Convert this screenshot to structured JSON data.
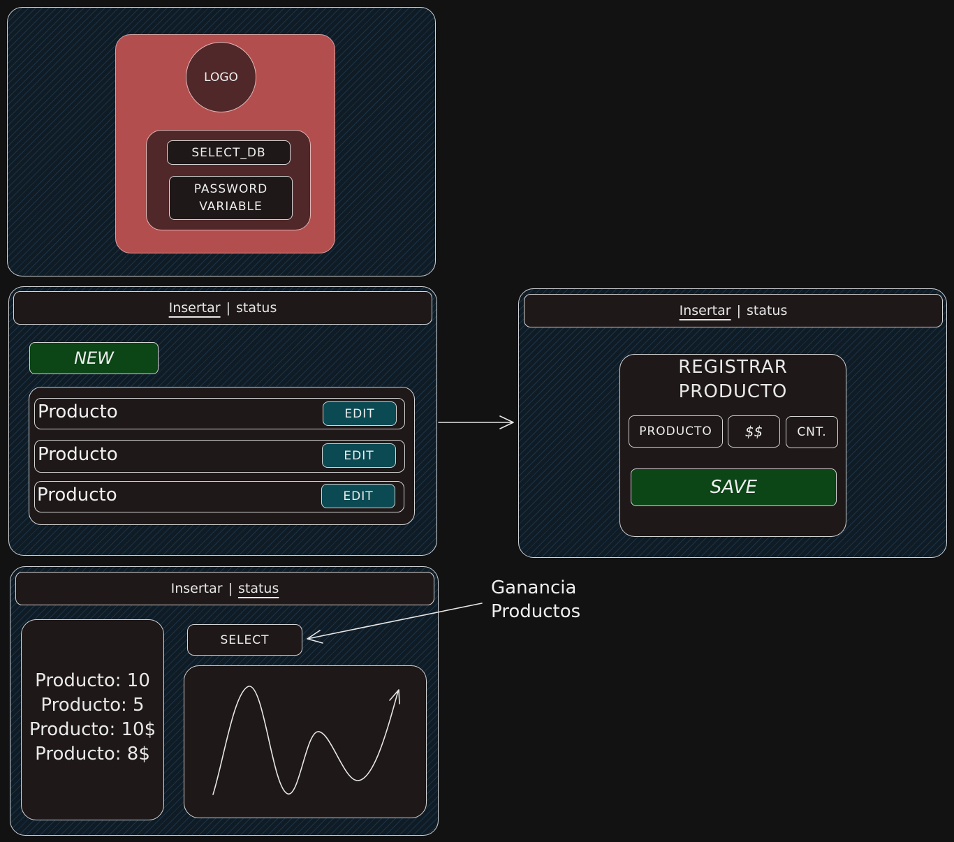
{
  "login": {
    "logo": "LOGO",
    "select_db": "SELECT_DB",
    "password_line1": "PASSWORD",
    "password_line2": "VARIABLE"
  },
  "list_screen": {
    "nav": {
      "insertar": "Insertar",
      "sep": "|",
      "status": "status"
    },
    "new_button": "NEW",
    "rows": [
      {
        "label": "Producto",
        "edit": "EDIT"
      },
      {
        "label": "Producto",
        "edit": "EDIT"
      },
      {
        "label": "Producto",
        "edit": "EDIT"
      }
    ]
  },
  "register_screen": {
    "nav": {
      "insertar": "Insertar",
      "sep": "|",
      "status": "status"
    },
    "title_line1": "REGISTRAR",
    "title_line2": "PRODUCTO",
    "field_producto": "PRODUCTO",
    "field_price": "$$",
    "field_qty": "CNT.",
    "save_button": "SAVE"
  },
  "status_screen": {
    "nav": {
      "insertar": "Insertar",
      "sep": "|",
      "status": "status"
    },
    "select_button": "SELECT",
    "summary": [
      "Producto: 10",
      "Producto: 5",
      "Producto: 10$",
      "Producto: 8$"
    ]
  },
  "annotation": {
    "line1": "Ganancia",
    "line2": "Productos"
  },
  "colors": {
    "background": "#121212",
    "frame": "#0f1c26",
    "login_card": "#b34e4e",
    "login_inner": "#512829",
    "green_button": "#0c4516",
    "teal_button": "#0b4a53",
    "dark_panel": "#1f1818"
  }
}
